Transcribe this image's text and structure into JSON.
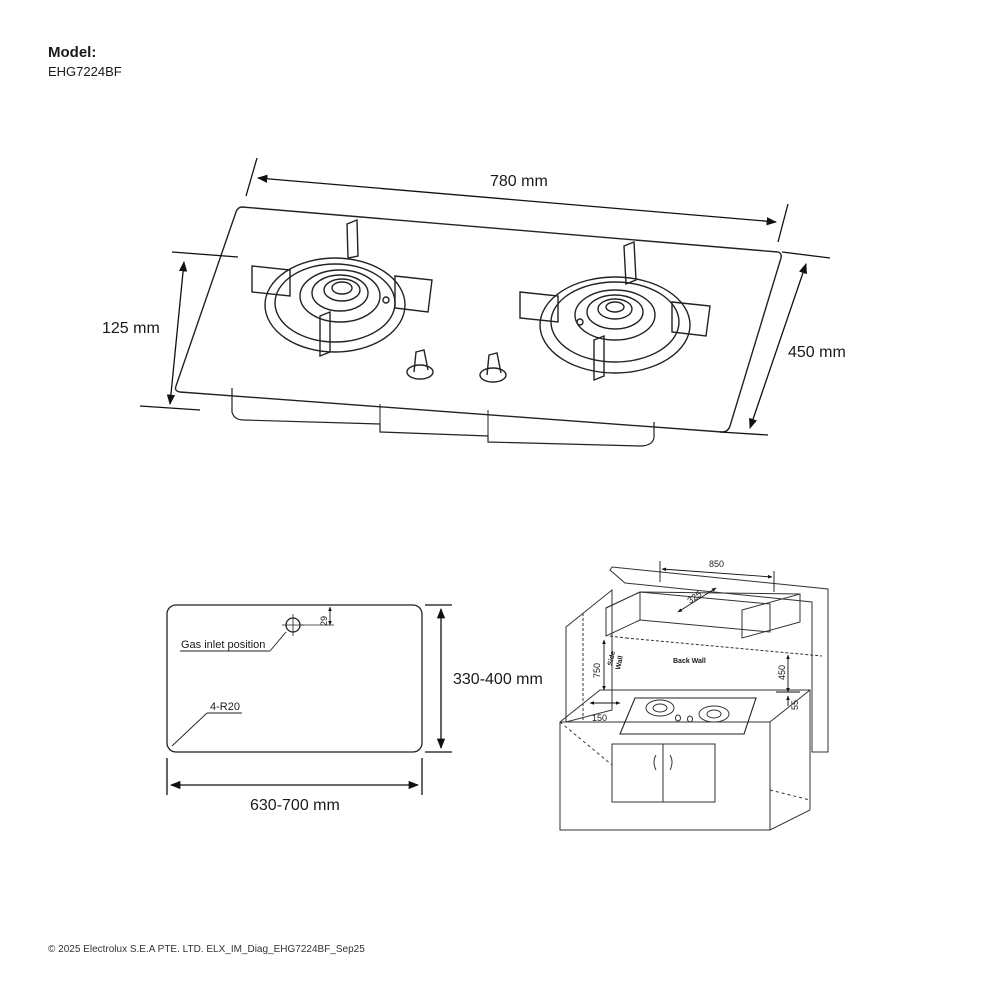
{
  "header": {
    "model_label": "Model:",
    "model_value": "EHG7224BF"
  },
  "top_view": {
    "width_label": "780 mm",
    "height_label": "125 mm",
    "depth_label": "450 mm"
  },
  "cutout": {
    "gas_inlet_label": "Gas inlet position",
    "inlet_offset_label": "29",
    "corner_label": "4-R20",
    "height_range_label": "330-400 mm",
    "width_range_label": "630-700 mm"
  },
  "installation": {
    "hood_width_label": "850",
    "hood_depth_label": "325",
    "back_wall_label": "Back Wall",
    "side_wall_label_1": "Side",
    "side_wall_label_2": "Wall",
    "side_height_label": "750",
    "back_height_label": "450",
    "side_gap_label": "150",
    "back_gap_label": "55"
  },
  "footer": {
    "text": "© 2025 Electrolux S.E.A PTE. LTD. ELX_IM_Diag_EHG7224BF_Sep25"
  }
}
